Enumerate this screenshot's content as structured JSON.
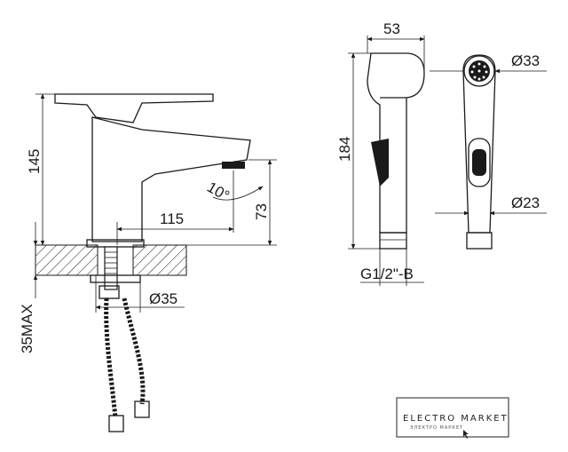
{
  "dimensions": {
    "faucet_height": "145",
    "spout_reach": "115",
    "spout_height": "73",
    "spout_angle": "10°",
    "hole_diameter": "Ø35",
    "deck_max": "35MAX",
    "shower_width": "53",
    "shower_length": "184",
    "head_diameter": "Ø33",
    "base_diameter": "Ø23",
    "thread": "G1/2\"-B"
  },
  "logo": {
    "name": "ELECTRO MARKET",
    "tagline": "ЭЛЕКТРО МАРКЕТ"
  },
  "colors": {
    "line": "#1a1a1a",
    "background": "#ffffff"
  }
}
